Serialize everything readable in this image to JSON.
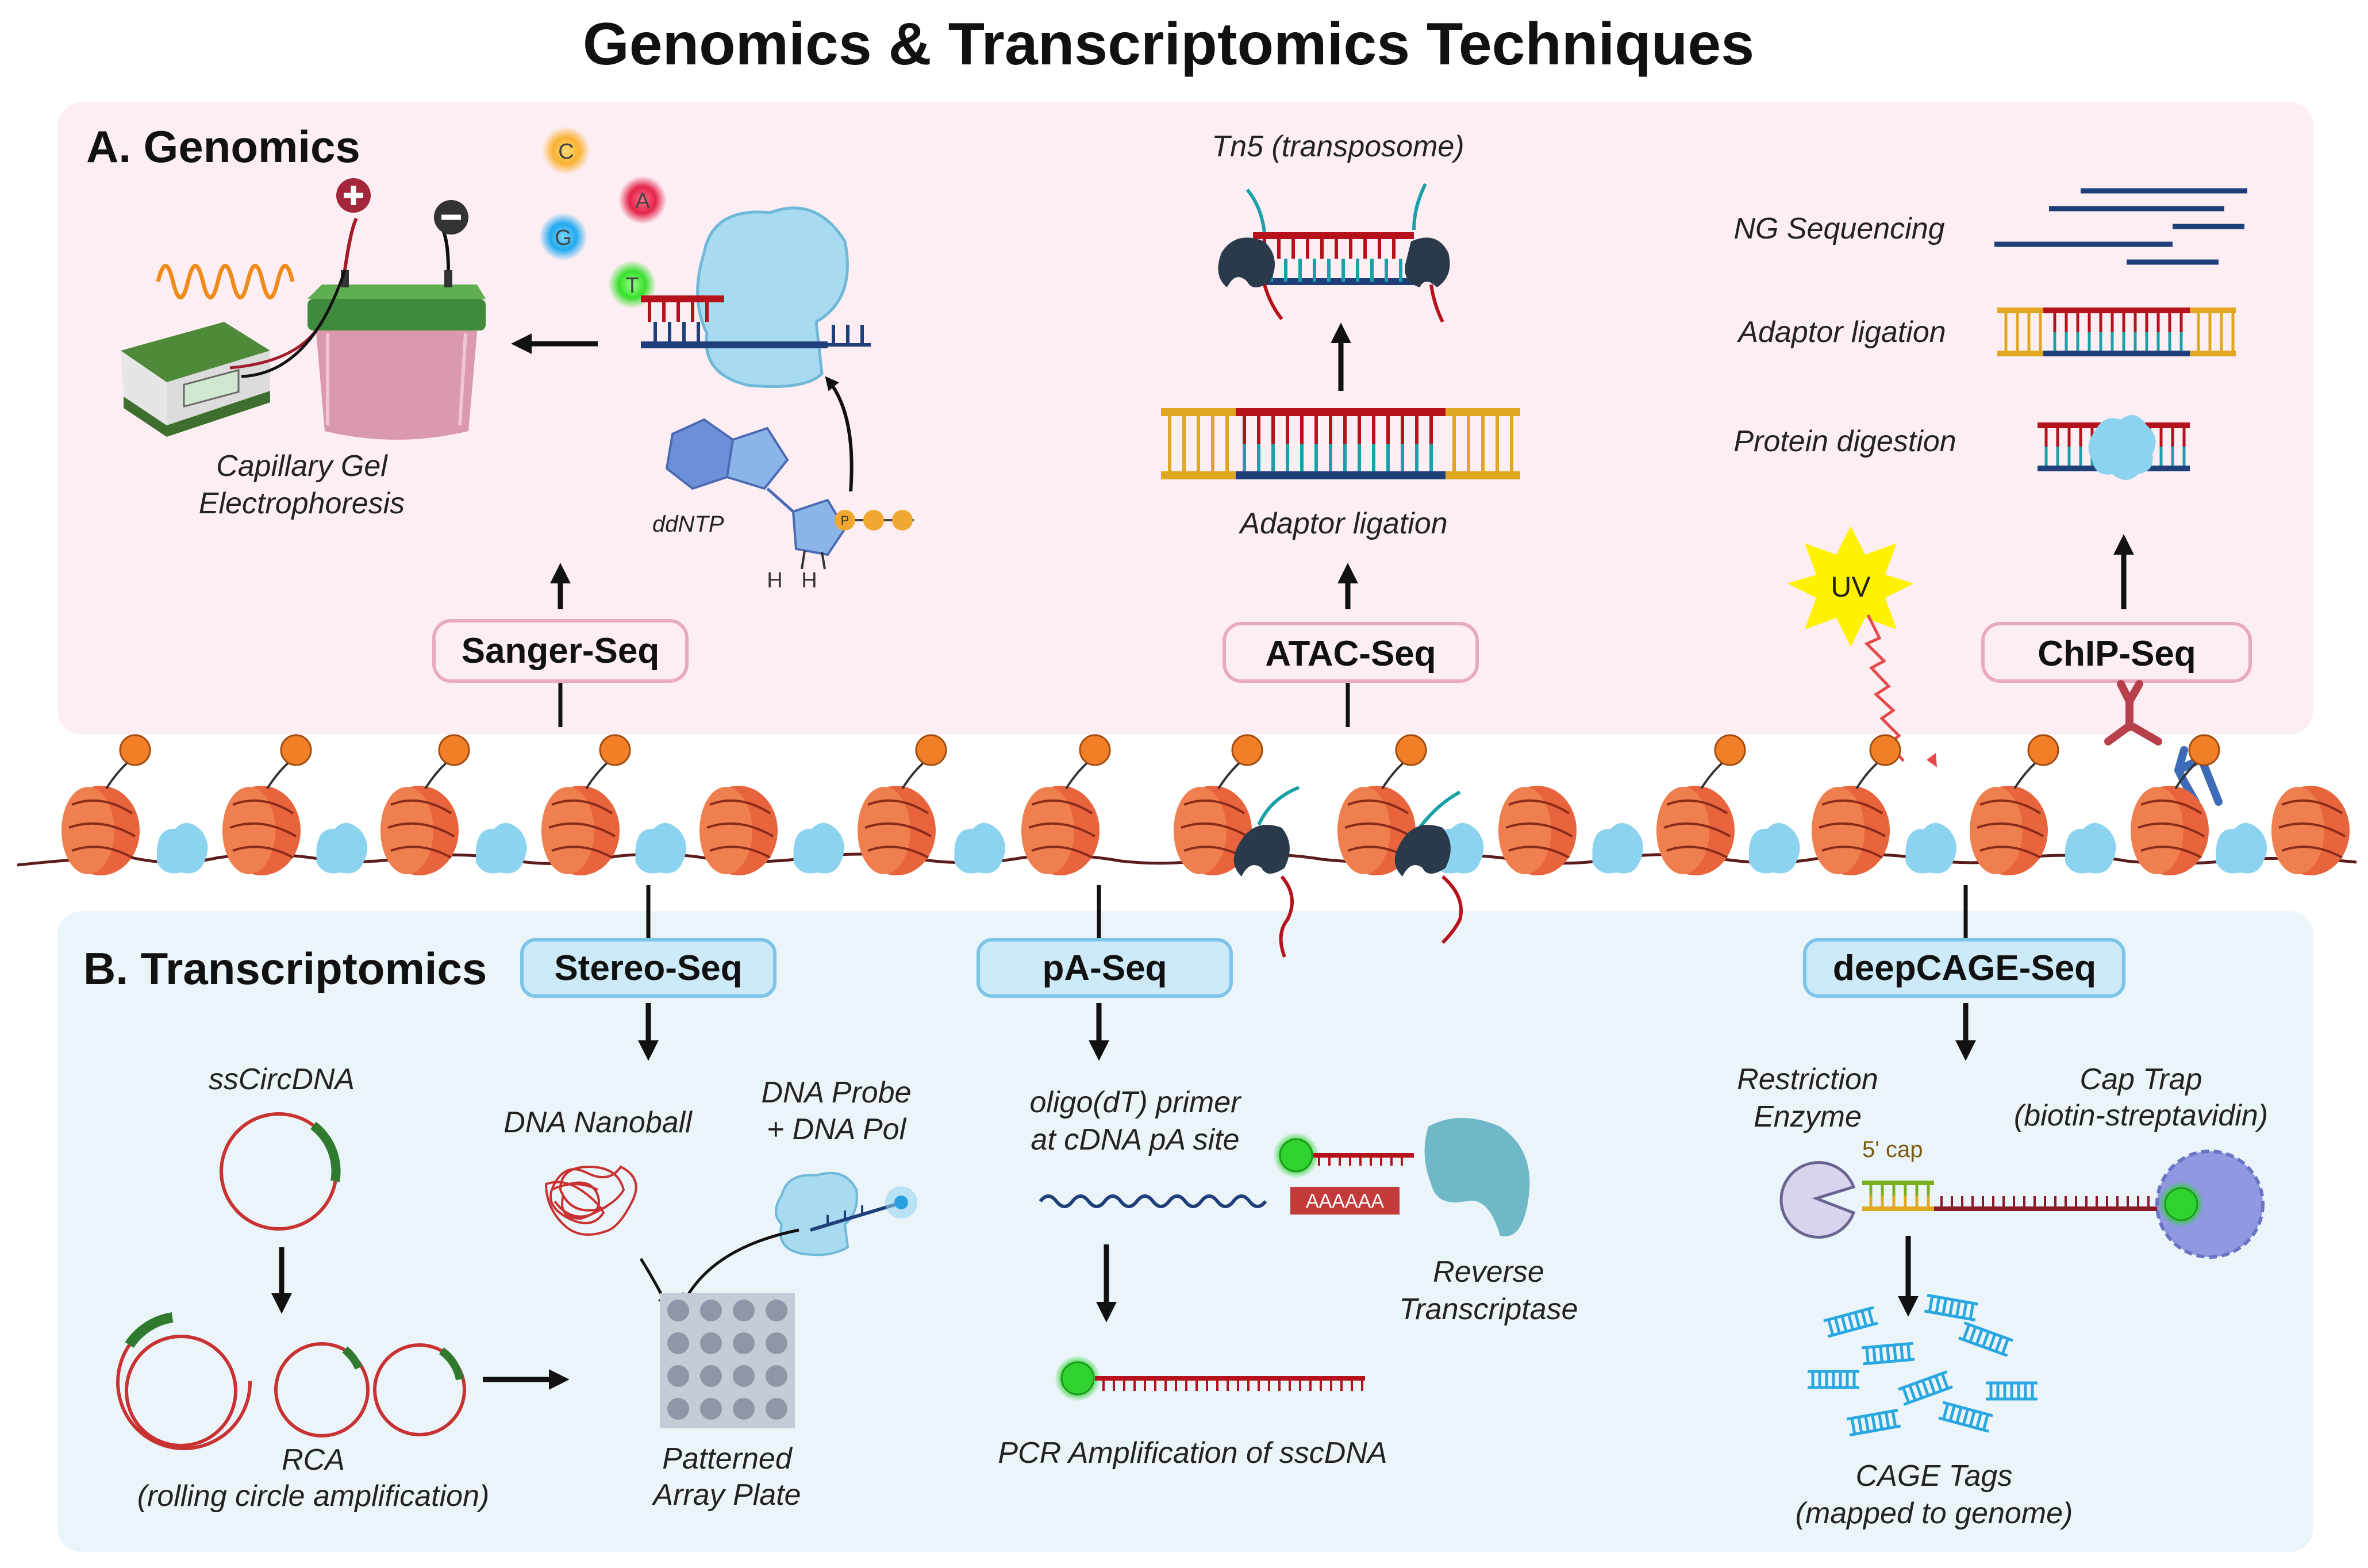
{
  "title": "Genomics & Transcriptomics Techniques",
  "sections": {
    "genomics_label": "A. Genomics",
    "transcriptomics_label": "B. Transcriptomics"
  },
  "genomics": {
    "sanger_pill": "Sanger-Seq",
    "atac_pill": "ATAC-Seq",
    "chip_pill": "ChIP-Seq",
    "capillary_line1": "Capillary Gel",
    "capillary_line2": "Electrophoresis",
    "ddntp": "ddNTP",
    "h1": "H",
    "h2": "H",
    "p": "P",
    "nucleotides": [
      "C",
      "A",
      "G",
      "T"
    ],
    "tn5": "Tn5 (transposome)",
    "adaptor_ligation_atac": "Adaptor ligation",
    "ng_sequencing": "NG Sequencing",
    "adaptor_ligation_chip": "Adaptor ligation",
    "protein_digestion": "Protein digestion",
    "uv": "UV"
  },
  "transcriptomics": {
    "stereo_pill": "Stereo-Seq",
    "pa_pill": "pA-Seq",
    "deepcage_pill": "deepCAGE-Seq",
    "sscircdna": "ssCircDNA",
    "rca_line1": "RCA",
    "rca_line2": "(rolling circle amplification)",
    "dna_nanoball": "DNA Nanoball",
    "dna_probe_line1": "DNA Probe",
    "dna_probe_line2": "+ DNA Pol",
    "patterned_line1": "Patterned",
    "patterned_line2": "Array Plate",
    "oligo_line1": "oligo(dT) primer",
    "oligo_line2": "at cDNA pA site",
    "polya": "AAAAAA",
    "rt_line1": "Reverse",
    "rt_line2": "Transcriptase",
    "pcr": "PCR Amplification of sscDNA",
    "restriction_line1": "Restriction",
    "restriction_line2": "Enzyme",
    "five_cap": "5' cap",
    "captrap_line1": "Cap Trap",
    "captrap_line2": "(biotin-streptavidin)",
    "cage_line1": "CAGE Tags",
    "cage_line2": "(mapped to genome)"
  },
  "colors": {
    "genomics_panel": "#fdeef3",
    "transcriptomics_panel": "#eaf4f9",
    "genomics_pill_border": "#e8aac0",
    "transcriptomics_pill_fill": "#cdeaf9",
    "transcriptomics_pill_border": "#7cc4e8",
    "nucleosome": "#e8643c",
    "histone_tail_ball": "#f07f27",
    "protein_blob": "#8cd3ef",
    "dna_red": "#b5121b",
    "dna_blue": "#1f3f7a",
    "adaptor_gold": "#e0a820",
    "tn5": "#2b3a4a",
    "biotin_green": "#2fd22f"
  }
}
